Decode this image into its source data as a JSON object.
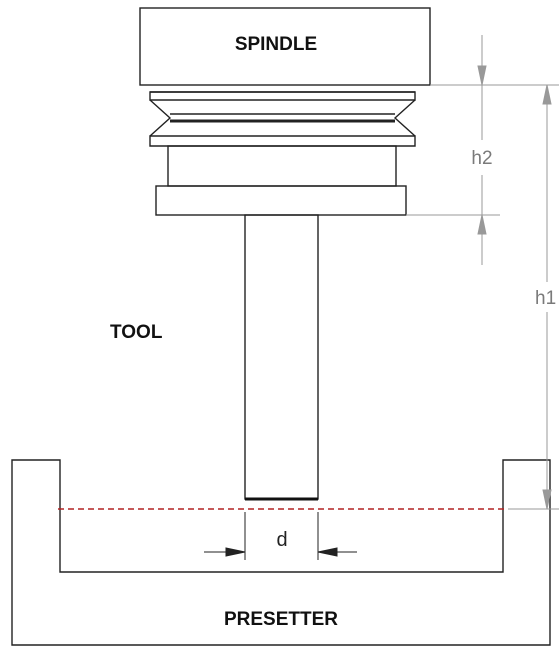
{
  "labels": {
    "spindle": "SPINDLE",
    "tool": "TOOL",
    "presetter": "PRESETTER"
  },
  "dimensions": {
    "h1": "h1",
    "h2": "h2",
    "d": "d"
  },
  "colors": {
    "outline": "#222222",
    "dimension_line": "#999999",
    "reference_line": "#b22222",
    "label_text": "#111111",
    "dimension_text": "#7a7a7a"
  }
}
